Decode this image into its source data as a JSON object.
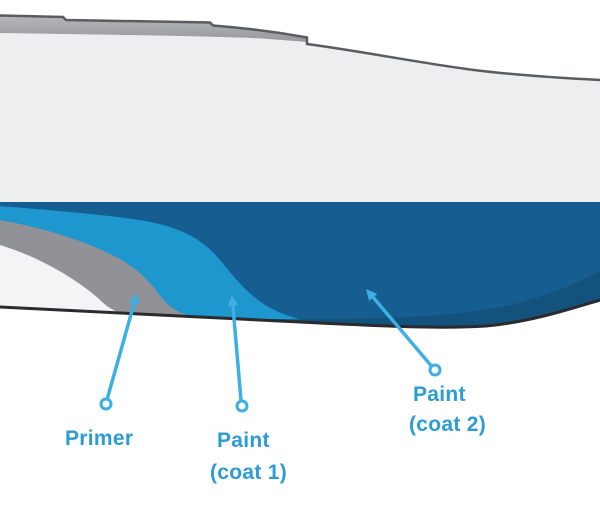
{
  "diagram": {
    "type": "boat-hull-paint-layers",
    "labels": {
      "primer": "Primer",
      "coat1_line1": "Paint",
      "coat1_line2": "(coat 1)",
      "coat2_line1": "Paint",
      "coat2_line2": "(coat 2)"
    },
    "colors": {
      "background": "#FFFFFF",
      "topsides_gray": "#EDEEF0",
      "deck_gray": "#9EA1A6",
      "sheer_line": "#595C60",
      "bare_hull_white": "#F4F4F6",
      "primer_gray": "#909297",
      "paint_coat1_blue": "#1E96CE",
      "paint_coat2_blue": "#165E91",
      "hull_shadow_blue": "#12527D",
      "keel_outline": "#2B2B2D",
      "label_text_blue": "#2B9CD6",
      "arrow_blue": "#3DAFE4"
    }
  }
}
